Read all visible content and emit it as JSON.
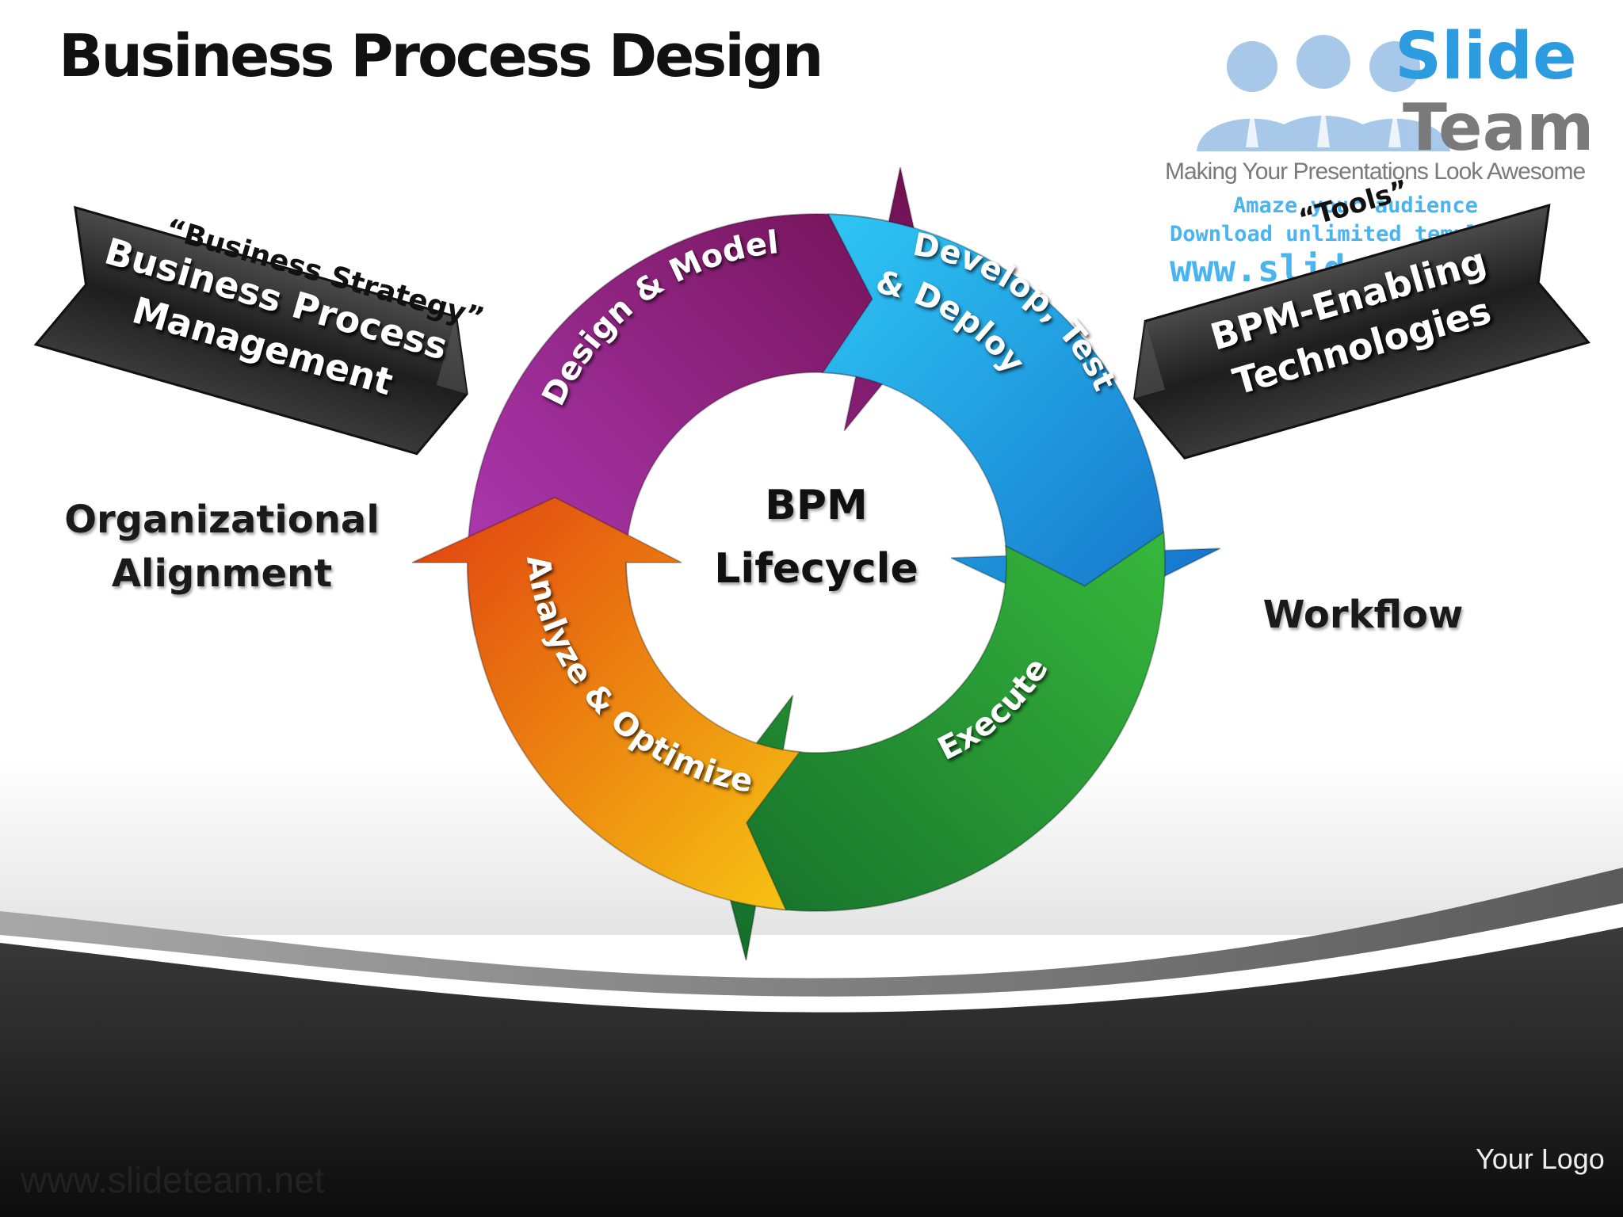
{
  "title": "Business Process Design",
  "center_label": [
    "BPM",
    "Lifecycle"
  ],
  "cycle_segments": [
    {
      "label": "Design & Model",
      "color": "#8b1d7e"
    },
    {
      "label": "Develop, Test",
      "label2": "& Deploy",
      "color": "#1ea6e0"
    },
    {
      "label": "Execute",
      "color": "#2e9a3a"
    },
    {
      "label": "Analyze & Optimize",
      "color": "#f08a10"
    }
  ],
  "left_arrow": {
    "lines": [
      "Business Process",
      "Management"
    ],
    "caption": "“Business Strategy”"
  },
  "right_arrow": {
    "lines": [
      "BPM-Enabling",
      "Technologies"
    ],
    "caption": "“Tools”"
  },
  "side_labels": {
    "left": [
      "Organizational",
      "Alignment"
    ],
    "right": "Workflow"
  },
  "watermark": {
    "brand_line1": "Slide",
    "brand_line2": "Team",
    "tagline": "Making Your Presentations Look Awesome",
    "promo1": "Amaze your audience",
    "promo2": "Download unlimited templates",
    "url": "www.slideteam.net"
  },
  "footer": {
    "url": "www.slideteam.net",
    "logo_placeholder": "Your Logo"
  }
}
